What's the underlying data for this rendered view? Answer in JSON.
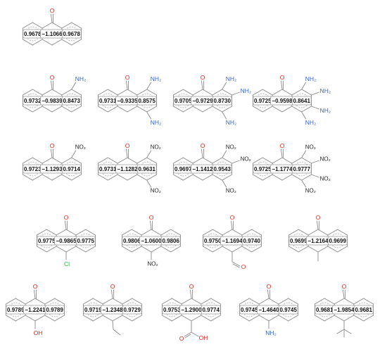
{
  "molecules": [
    {
      "id": "parent",
      "left": "0.9678",
      "center": "−1.1066",
      "right": "0.9678",
      "subs": []
    },
    {
      "id": "amino-1",
      "left": "0.9732",
      "center": "−0.9839",
      "right": "0.8473",
      "subs": [
        {
          "pos": "r1",
          "text": "NH₂",
          "kind": "n"
        }
      ]
    },
    {
      "id": "amino-2",
      "left": "0.9731",
      "center": "−0.9335",
      "right": "0.8575",
      "subs": [
        {
          "pos": "r1",
          "text": "NH₂",
          "kind": "n"
        },
        {
          "pos": "r4",
          "text": "NH₂",
          "kind": "n"
        }
      ]
    },
    {
      "id": "amino-3",
      "left": "0.9705",
      "center": "−0.9729",
      "right": "0.8730",
      "subs": [
        {
          "pos": "r1",
          "text": "NH₂",
          "kind": "n"
        },
        {
          "pos": "r2",
          "text": "NH₂",
          "kind": "n"
        },
        {
          "pos": "r4",
          "text": "NH₂",
          "kind": "n"
        }
      ]
    },
    {
      "id": "amino-4",
      "left": "0.9725",
      "center": "−0.9598",
      "right": "0.8641",
      "subs": [
        {
          "pos": "r1",
          "text": "NH₂",
          "kind": "n"
        },
        {
          "pos": "r2",
          "text": "NH₂",
          "kind": "n"
        },
        {
          "pos": "r3",
          "text": "NH₂",
          "kind": "n"
        },
        {
          "pos": "r4",
          "text": "NH₂",
          "kind": "n"
        }
      ]
    },
    {
      "id": "nitro-1",
      "left": "0.9723",
      "center": "−1.1293",
      "right": "0.9714",
      "subs": [
        {
          "pos": "r1",
          "text": "NO₂",
          "kind": "no2"
        }
      ]
    },
    {
      "id": "nitro-2",
      "left": "0.9731",
      "center": "−1.1282",
      "right": "0.9631",
      "subs": [
        {
          "pos": "r1",
          "text": "NO₂",
          "kind": "no2"
        },
        {
          "pos": "r4",
          "text": "NO₂",
          "kind": "no2"
        }
      ]
    },
    {
      "id": "nitro-3",
      "left": "0.9697",
      "center": "−1.1412",
      "right": "0.9543",
      "subs": [
        {
          "pos": "r1",
          "text": "NO₂",
          "kind": "no2"
        },
        {
          "pos": "r2",
          "text": "NO₂",
          "kind": "no2"
        },
        {
          "pos": "r4",
          "text": "NO₂",
          "kind": "no2"
        }
      ]
    },
    {
      "id": "nitro-4",
      "left": "0.9725",
      "center": "−1.1774",
      "right": "0.9777",
      "subs": [
        {
          "pos": "r1",
          "text": "NO₂",
          "kind": "no2"
        },
        {
          "pos": "r2",
          "text": "NO₂",
          "kind": "no2"
        },
        {
          "pos": "r3",
          "text": "NO₂",
          "kind": "no2"
        },
        {
          "pos": "r4",
          "text": "NO₂",
          "kind": "no2"
        }
      ]
    },
    {
      "id": "chloro",
      "left": "0.9775",
      "center": "−0.9865",
      "right": "0.9775",
      "subs": [
        {
          "pos": "c10",
          "text": "Cl",
          "kind": "cl"
        }
      ]
    },
    {
      "id": "nitro-10",
      "left": "0.9806",
      "center": "−1.0600",
      "right": "0.9806",
      "subs": [
        {
          "pos": "c10",
          "text": "NO₂",
          "kind": "no2"
        }
      ]
    },
    {
      "id": "formyl",
      "left": "0.9750",
      "center": "−1.1694",
      "right": "0.9740",
      "subs": [
        {
          "pos": "c10",
          "text": "O",
          "kind": "cho"
        }
      ]
    },
    {
      "id": "methyl",
      "left": "0.9699",
      "center": "−1.2164",
      "right": "0.9699",
      "subs": [
        {
          "pos": "c10",
          "text": "",
          "kind": "me"
        }
      ]
    },
    {
      "id": "hydroxy",
      "left": "0.9789",
      "center": "−1.2241",
      "right": "0.9789",
      "subs": [
        {
          "pos": "c10",
          "text": "OH",
          "kind": "oh"
        }
      ]
    },
    {
      "id": "ethyl",
      "left": "0.9719",
      "center": "−1.2348",
      "right": "0.9729",
      "subs": [
        {
          "pos": "c10",
          "text": "",
          "kind": "et"
        }
      ]
    },
    {
      "id": "carboxy",
      "left": "0.9753",
      "center": "−1.2900",
      "right": "0.9774",
      "subs": [
        {
          "pos": "c10",
          "text": "OH",
          "kind": "cooh"
        }
      ]
    },
    {
      "id": "amino-10",
      "left": "0.9745",
      "center": "−1.4640",
      "right": "0.9745",
      "subs": [
        {
          "pos": "c10",
          "text": "NH₂",
          "kind": "n"
        }
      ]
    },
    {
      "id": "tert-butyl",
      "left": "0.9681",
      "center": "−1.9854",
      "right": "0.9681",
      "subs": [
        {
          "pos": "c10",
          "text": "",
          "kind": "tbu"
        }
      ]
    }
  ],
  "carbonyl_text": "O",
  "colors": {
    "oxygen": "#e8231c",
    "nitrogen": "#3a64c8",
    "chlorine": "#1db84a",
    "bond": "#8a8a8a"
  }
}
